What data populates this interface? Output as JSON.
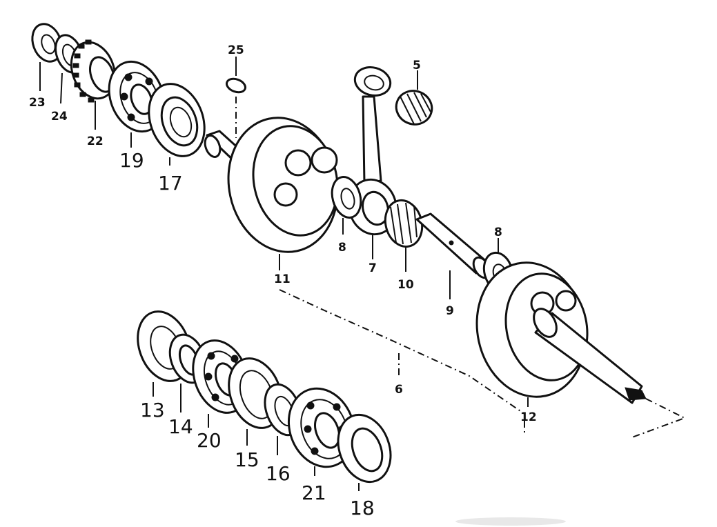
{
  "diagram": {
    "part_labels": {
      "p23": "23",
      "p24": "24",
      "p22": "22",
      "p19": "19",
      "p17": "17",
      "p25": "25",
      "p5": "5",
      "p11": "11",
      "p8a": "8",
      "p7": "7",
      "p10": "10",
      "p8b": "8",
      "p9": "9",
      "p6": "6",
      "p12": "12",
      "p13": "13",
      "p14": "14",
      "p20": "20",
      "p15": "15",
      "p16": "16",
      "p21": "21",
      "p18": "18"
    },
    "parts": [
      {
        "id": "23",
        "icon": "nut-icon"
      },
      {
        "id": "24",
        "icon": "washer-icon"
      },
      {
        "id": "22",
        "icon": "gear-icon"
      },
      {
        "id": "19",
        "icon": "bearing-icon"
      },
      {
        "id": "17",
        "icon": "oil-seal-icon"
      },
      {
        "id": "25",
        "icon": "woodruff-key-icon"
      },
      {
        "id": "5",
        "icon": "needle-bearing-icon"
      },
      {
        "id": "11",
        "icon": "crank-web-icon"
      },
      {
        "id": "8",
        "icon": "thrust-washer-icon"
      },
      {
        "id": "7",
        "icon": "connecting-rod-icon"
      },
      {
        "id": "10",
        "icon": "needle-bearing-icon"
      },
      {
        "id": "9",
        "icon": "crank-pin-icon"
      },
      {
        "id": "12",
        "icon": "crank-web-icon"
      },
      {
        "id": "13",
        "icon": "shim-icon"
      },
      {
        "id": "14",
        "icon": "circlip-icon"
      },
      {
        "id": "20",
        "icon": "bearing-icon"
      },
      {
        "id": "15",
        "icon": "spacer-icon"
      },
      {
        "id": "16",
        "icon": "washer-icon"
      },
      {
        "id": "21",
        "icon": "bearing-icon"
      },
      {
        "id": "18",
        "icon": "oil-seal-icon"
      }
    ]
  }
}
